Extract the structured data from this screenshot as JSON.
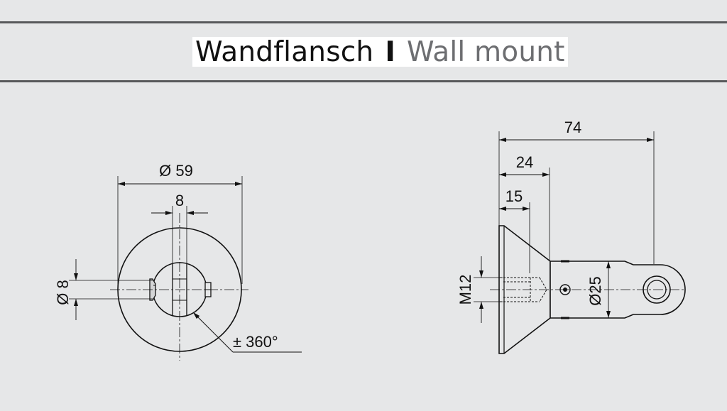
{
  "title": {
    "de": "Wandflansch",
    "separator": "I",
    "en": "Wall mount"
  },
  "front_view": {
    "dim_diameter_outer": "Ø 59",
    "dim_width_flat": "8",
    "dim_diameter_pin": "Ø 8",
    "rotation": "± 360°"
  },
  "side_view": {
    "dim_total_length": "74",
    "dim_flange_length": "24",
    "dim_thread_length": "15",
    "dim_thread": "M12",
    "dim_shaft_diameter": "Ø25"
  },
  "colors": {
    "background": "#e6e7e8",
    "rule": "#58595b",
    "part_fill": "#e6e7e8",
    "line": "#111111",
    "title_secondary": "#6d6e71"
  }
}
